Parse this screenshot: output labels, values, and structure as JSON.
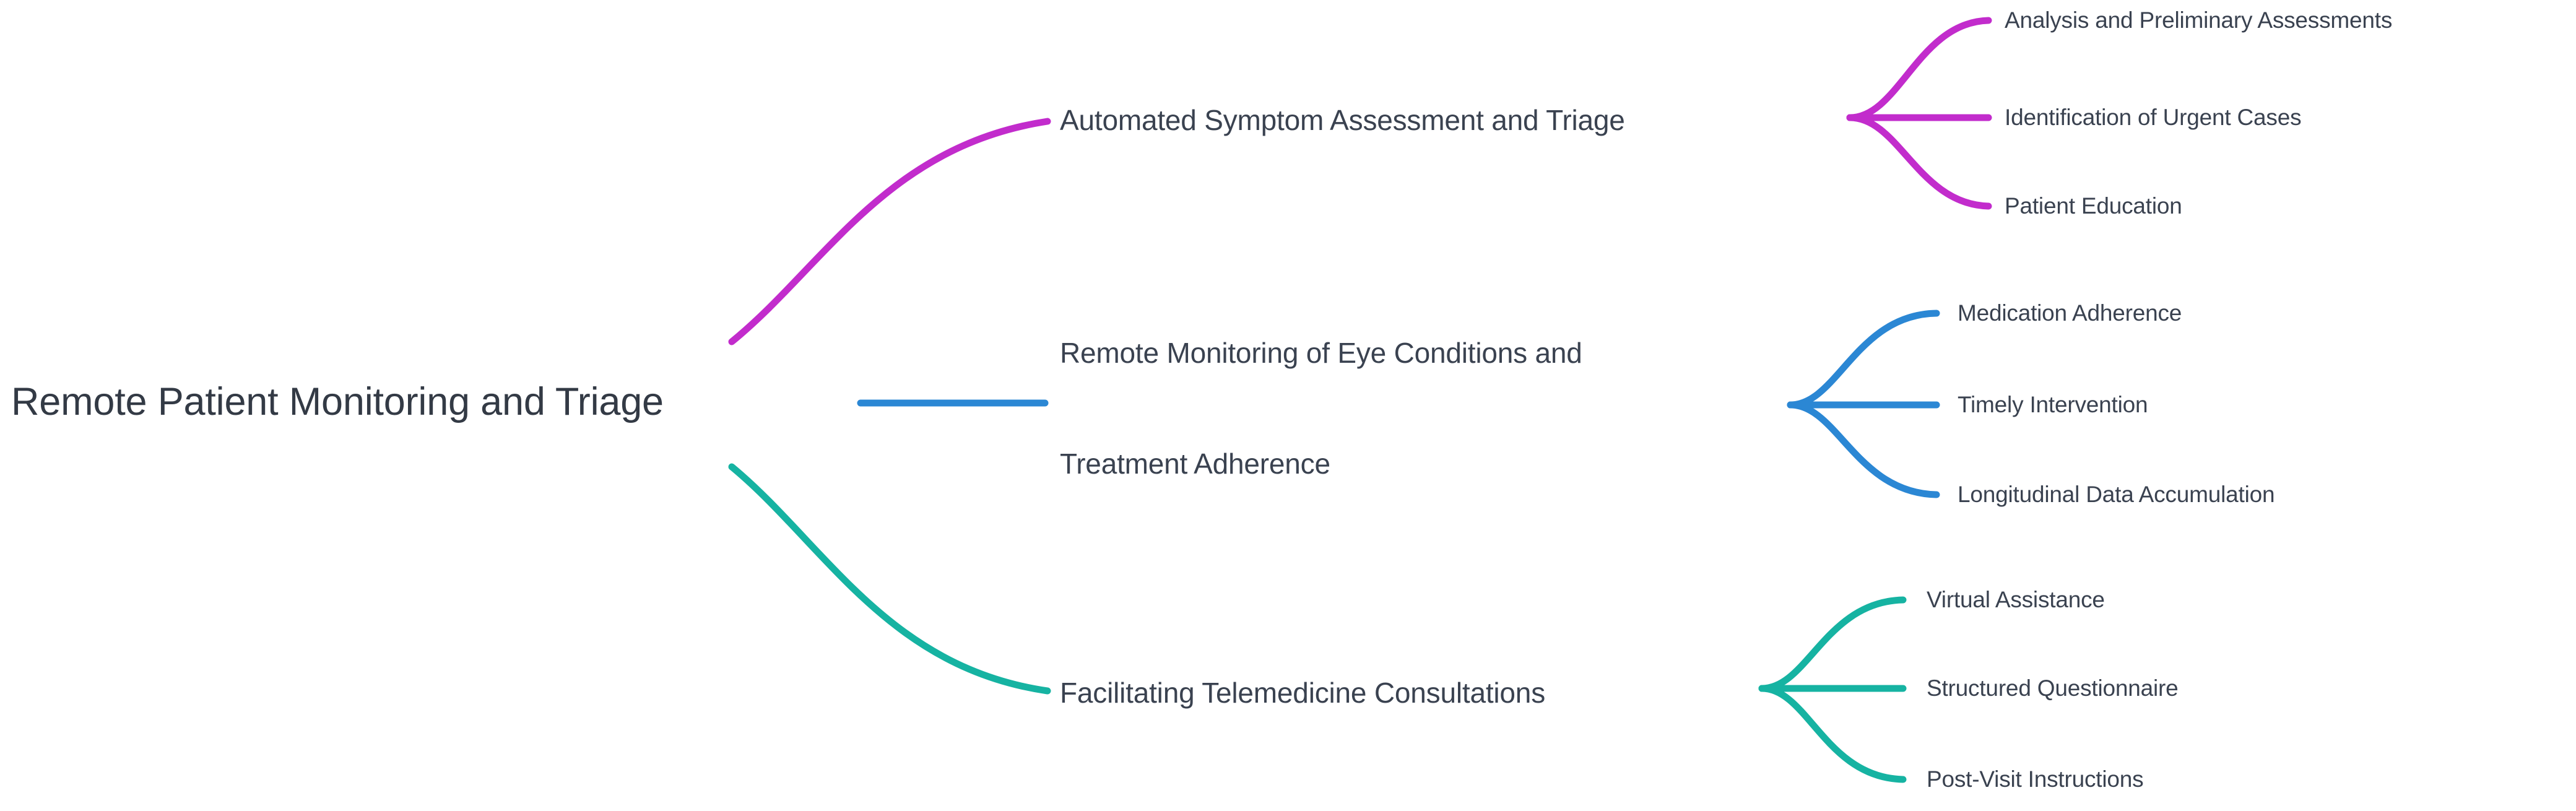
{
  "diagram": {
    "type": "mindmap",
    "title": "Remote Patient Monitoring and Triage",
    "orientation": "left-to-right",
    "background_color": "#ffffff",
    "text_color": "#3a4250",
    "root": {
      "label": "Remote Patient Monitoring and Triage"
    },
    "branches": [
      {
        "id": "branch-automated-symptom-assessment",
        "label": "Automated Symptom Assessment and Triage",
        "label_line_1": "Automated Symptom Assessment and Triage",
        "label_line_2": "",
        "color": "#c22ccc",
        "color_name": "magenta",
        "children": [
          {
            "id": "leaf-analysis-preliminary-assessments",
            "label": "Analysis and Preliminary Assessments"
          },
          {
            "id": "leaf-identification-urgent-cases",
            "label": "Identification of Urgent Cases"
          },
          {
            "id": "leaf-patient-education",
            "label": "Patient Education"
          }
        ]
      },
      {
        "id": "branch-remote-monitoring-eye-conditions",
        "label": "Remote Monitoring of Eye Conditions and Treatment Adherence",
        "label_line_1": "Remote Monitoring of Eye Conditions and",
        "label_line_2": "Treatment Adherence",
        "color": "#2b87d4",
        "color_name": "blue",
        "children": [
          {
            "id": "leaf-medication-adherence",
            "label": "Medication Adherence"
          },
          {
            "id": "leaf-timely-intervention",
            "label": "Timely Intervention"
          },
          {
            "id": "leaf-longitudinal-data-accumulation",
            "label": "Longitudinal Data Accumulation"
          }
        ]
      },
      {
        "id": "branch-facilitating-telemedicine-consultations",
        "label": "Facilitating Telemedicine Consultations",
        "label_line_1": "Facilitating Telemedicine Consultations",
        "label_line_2": "",
        "color": "#16b3a2",
        "color_name": "teal",
        "children": [
          {
            "id": "leaf-virtual-assistance",
            "label": "Virtual Assistance"
          },
          {
            "id": "leaf-structured-questionnaire",
            "label": "Structured Questionnaire"
          },
          {
            "id": "leaf-post-visit-instructions",
            "label": "Post-Visit Instructions"
          }
        ]
      }
    ]
  }
}
